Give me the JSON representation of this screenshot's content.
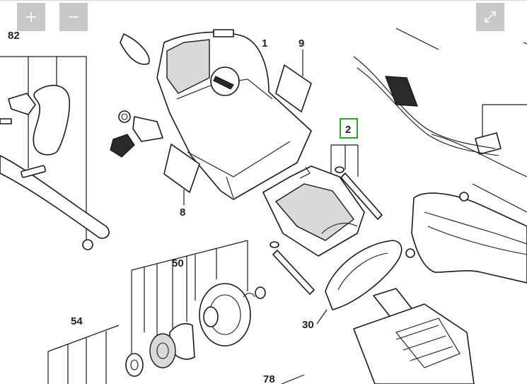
{
  "controls": {
    "zoom_in": {
      "icon": "plus-icon"
    },
    "zoom_out": {
      "icon": "minus-icon"
    },
    "fullscreen": {
      "icon": "expand-arrows-icon"
    }
  },
  "callouts": {
    "c82": "82",
    "c1": "1",
    "c9": "9",
    "c2": "2",
    "c8": "8",
    "c50": "50",
    "c54": "54",
    "c30": "30",
    "c78": "78"
  },
  "colors": {
    "control_bg": "#c8c8c8",
    "control_icon": "#ffffff",
    "highlight_box": "#2e9e2e",
    "line_art": "#1a1a1a"
  }
}
